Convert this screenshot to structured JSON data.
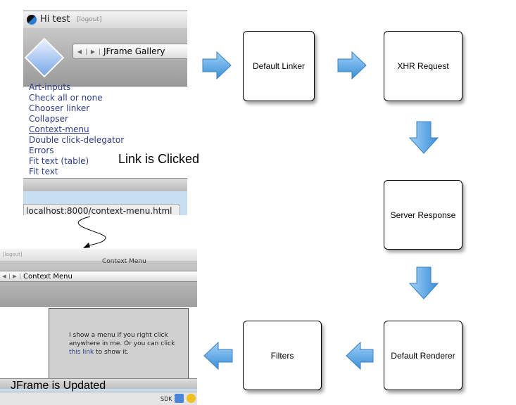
{
  "gallery_window": {
    "greeting": "Hi test",
    "logout": "[logout]",
    "location": "JFrame Gallery",
    "links": [
      "Art-inputs",
      "Check all or none",
      "Chooser linker",
      "Collapser",
      "Context-menu",
      "Double click-delegator",
      "Errors",
      "Fit text (table)",
      "Fit text"
    ],
    "status_url": "localhost:8000/context-menu.html"
  },
  "caption_clicked": "Link is Clicked",
  "updated_window": {
    "logout": "[logout]",
    "window_title": "Context Menu",
    "location": "Context Menu",
    "body_text": "I show a menu if you right click anywhere in me. Or you can click",
    "link_text": "this link",
    "body_tail": " to show it.",
    "dock_label": "SDK"
  },
  "caption_updated": "JFrame is Updated",
  "flow": {
    "steps": [
      "Default Linker",
      "XHR Request",
      "Server Response",
      "Default Renderer",
      "Filters"
    ]
  },
  "colors": {
    "arrow": "#4fa3e6",
    "link": "#2d3d8a"
  }
}
